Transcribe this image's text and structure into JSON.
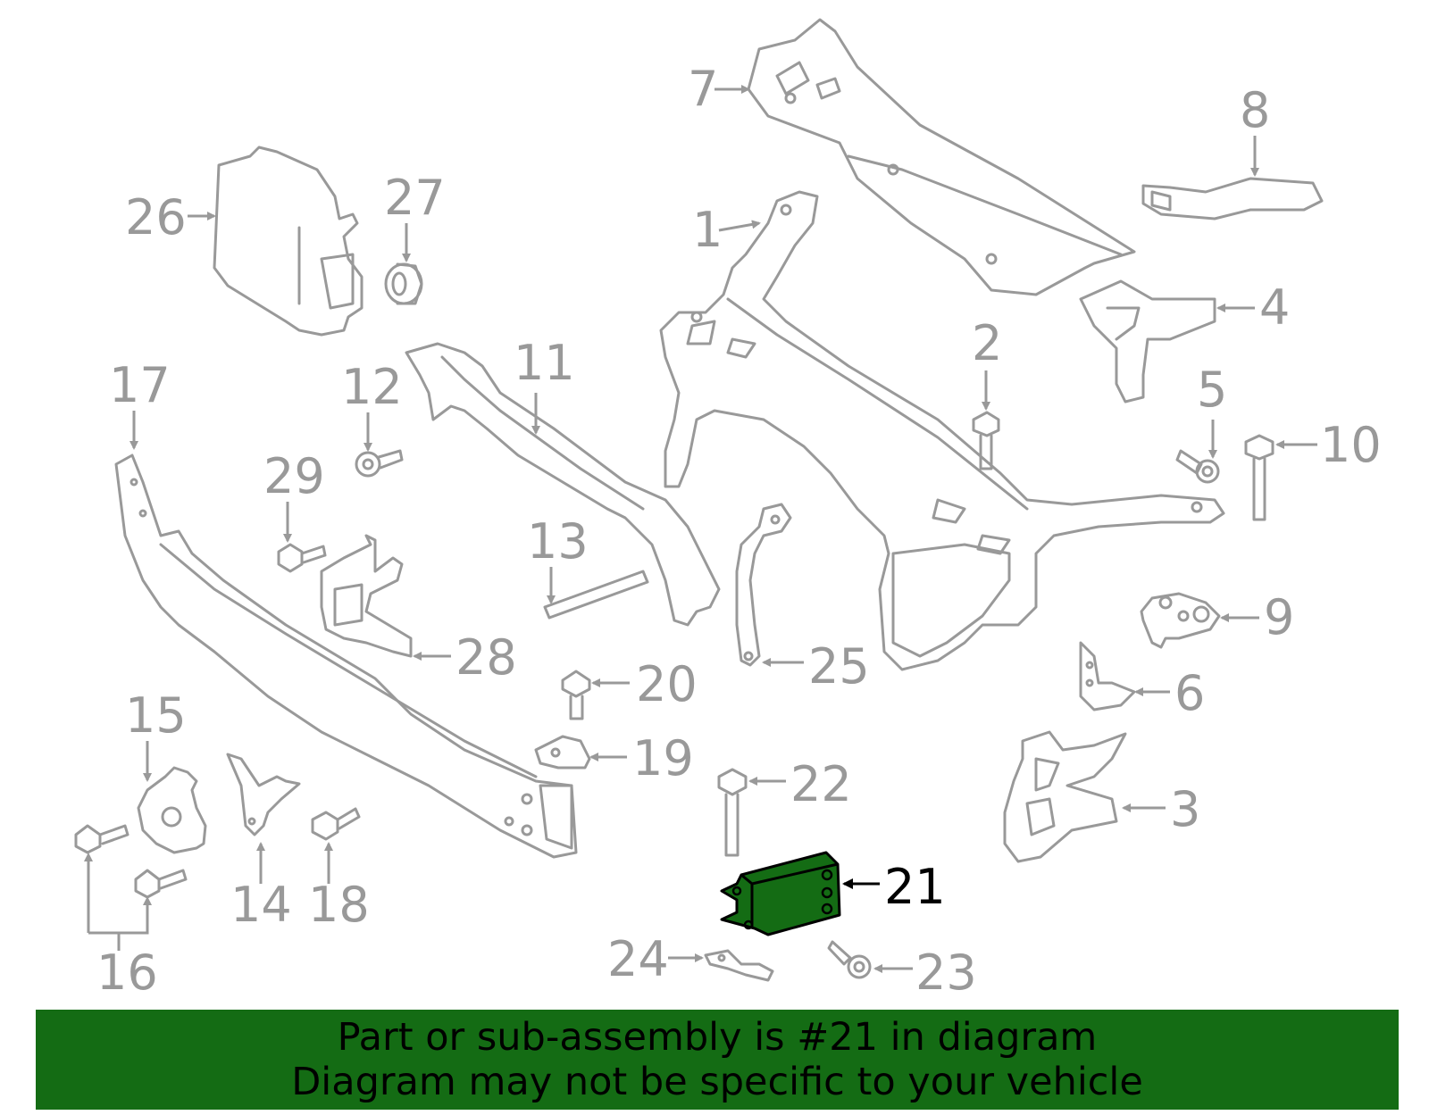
{
  "colors": {
    "part_stroke": "#999999",
    "highlight_fill": "#146c14",
    "highlight_stroke": "#000000",
    "banner_bg": "#146c14",
    "banner_text": "#000000"
  },
  "highlighted_part": "21",
  "callouts": {
    "c1": "1",
    "c2": "2",
    "c3": "3",
    "c4": "4",
    "c5": "5",
    "c6": "6",
    "c7": "7",
    "c8": "8",
    "c9": "9",
    "c10": "10",
    "c11": "11",
    "c12": "12",
    "c13": "13",
    "c14": "14",
    "c15": "15",
    "c16": "16",
    "c17": "17",
    "c18": "18",
    "c19": "19",
    "c20": "20",
    "c21": "21",
    "c22": "22",
    "c23": "23",
    "c24": "24",
    "c25": "25",
    "c26": "26",
    "c27": "27",
    "c28": "28",
    "c29": "29"
  },
  "banner": {
    "line1": "Part or sub-assembly is #21 in diagram",
    "line2": "Diagram may not be specific to your vehicle"
  }
}
